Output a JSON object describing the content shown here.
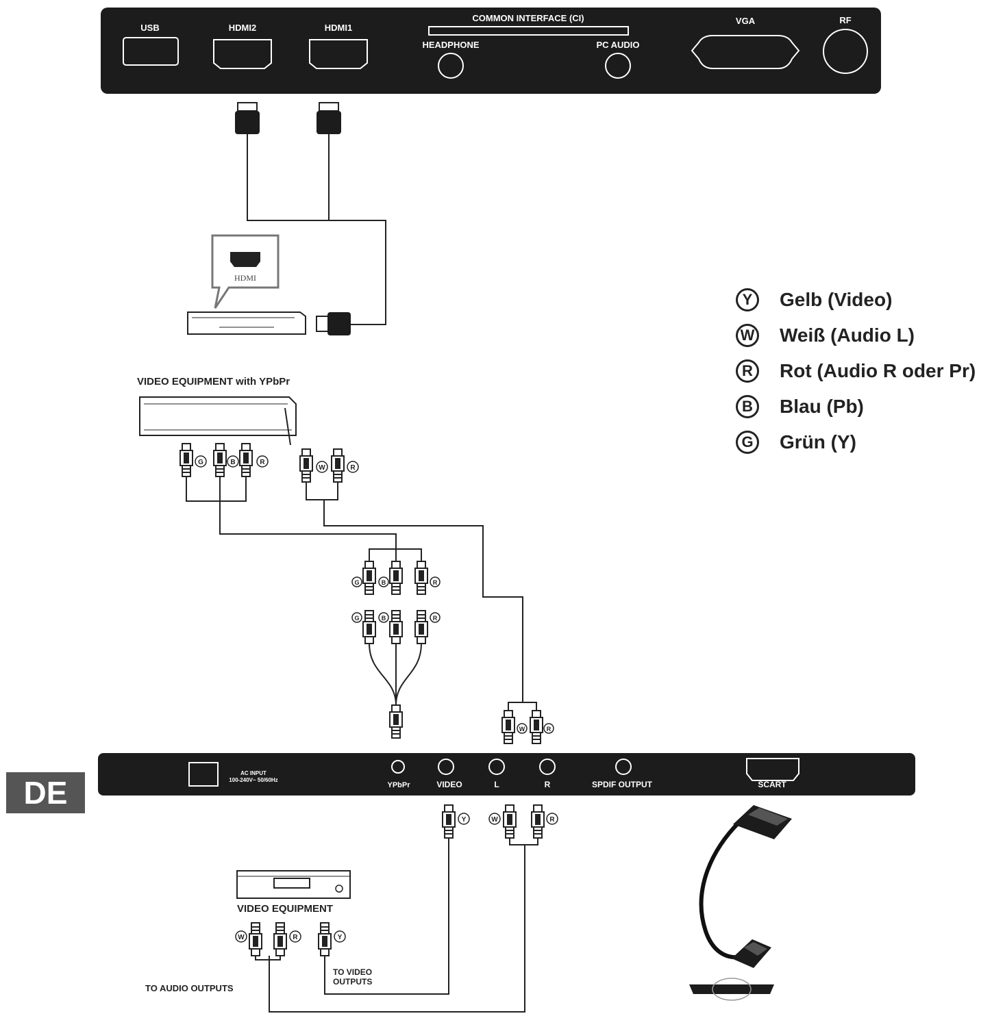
{
  "top_panel": {
    "usb": "USB",
    "hdmi2": "HDMI2",
    "hdmi1": "HDMI1",
    "common_interface": "COMMON INTERFACE (CI)",
    "headphone": "HEADPHONE",
    "pc_audio": "PC AUDIO",
    "vga": "VGA",
    "rf": "RF"
  },
  "hdmi_device": {
    "icon_label": "HDMI"
  },
  "ypbpr_equipment": {
    "title": "VIDEO EQUIPMENT with YPbPr"
  },
  "plug_marks": {
    "g": "G",
    "b": "B",
    "r": "R",
    "w": "W",
    "y": "Y"
  },
  "bottom_panel": {
    "ac_input_line1": "AC INPUT",
    "ac_input_line2": "100-240V~ 50/60Hz",
    "ypbpr": "YPbPr",
    "video": "VIDEO",
    "l": "L",
    "r": "R",
    "spdif": "SPDIF OUTPUT",
    "scart": "SCART"
  },
  "video_equipment": {
    "title": "VIDEO EQUIPMENT",
    "to_audio": "TO AUDIO OUTPUTS",
    "to_video_line1": "TO VIDEO",
    "to_video_line2": "OUTPUTS"
  },
  "legend": [
    {
      "letter": "Y",
      "text": "Gelb (Video)"
    },
    {
      "letter": "W",
      "text": "Weiß (Audio L)"
    },
    {
      "letter": "R",
      "text": "Rot (Audio R oder Pr)"
    },
    {
      "letter": "B",
      "text": "Blau (Pb)"
    },
    {
      "letter": "G",
      "text": "Grün (Y)"
    }
  ],
  "language_tab": "DE"
}
